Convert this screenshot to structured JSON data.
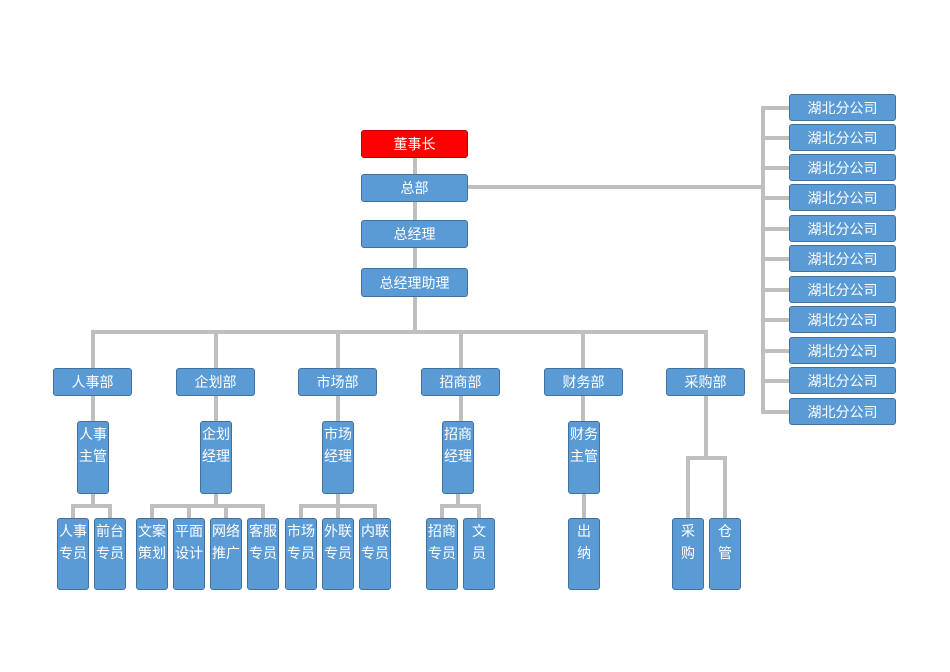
{
  "nodes": {
    "chairman": "董事长",
    "hq": "总部",
    "gm": "总经理",
    "gm_assistant": "总经理助理",
    "departments": [
      "人事部",
      "企划部",
      "市场部",
      "招商部",
      "财务部",
      "采购部"
    ],
    "managers": [
      [
        "人事",
        "主管"
      ],
      [
        "企划",
        "经理"
      ],
      [
        "市场",
        "经理"
      ],
      [
        "招商",
        "经理"
      ],
      [
        "财务",
        "主管"
      ]
    ],
    "staff": [
      [
        "人事",
        "专员"
      ],
      [
        "前台",
        "专员"
      ],
      [
        "文案",
        "策划"
      ],
      [
        "平面",
        "设计"
      ],
      [
        "网络",
        "推广"
      ],
      [
        "客服",
        "专员"
      ],
      [
        "市场",
        "专员"
      ],
      [
        "外联",
        "专员"
      ],
      [
        "内联",
        "专员"
      ],
      [
        "招商",
        "专员"
      ],
      [
        "文",
        "员"
      ],
      [
        "出",
        "纳"
      ],
      [
        "采",
        "购"
      ],
      [
        "仓",
        "管"
      ]
    ],
    "branches": [
      "湖北分公司",
      "湖北分公司",
      "湖北分公司",
      "湖北分公司",
      "湖北分公司",
      "湖北分公司",
      "湖北分公司",
      "湖北分公司",
      "湖北分公司",
      "湖北分公司",
      "湖北分公司"
    ]
  },
  "colors": {
    "box_fill": "#5b9bd5",
    "box_border": "#41719c",
    "chairman_fill": "#ff0000",
    "connector": "#bfbfbf",
    "text": "#ffffff"
  }
}
